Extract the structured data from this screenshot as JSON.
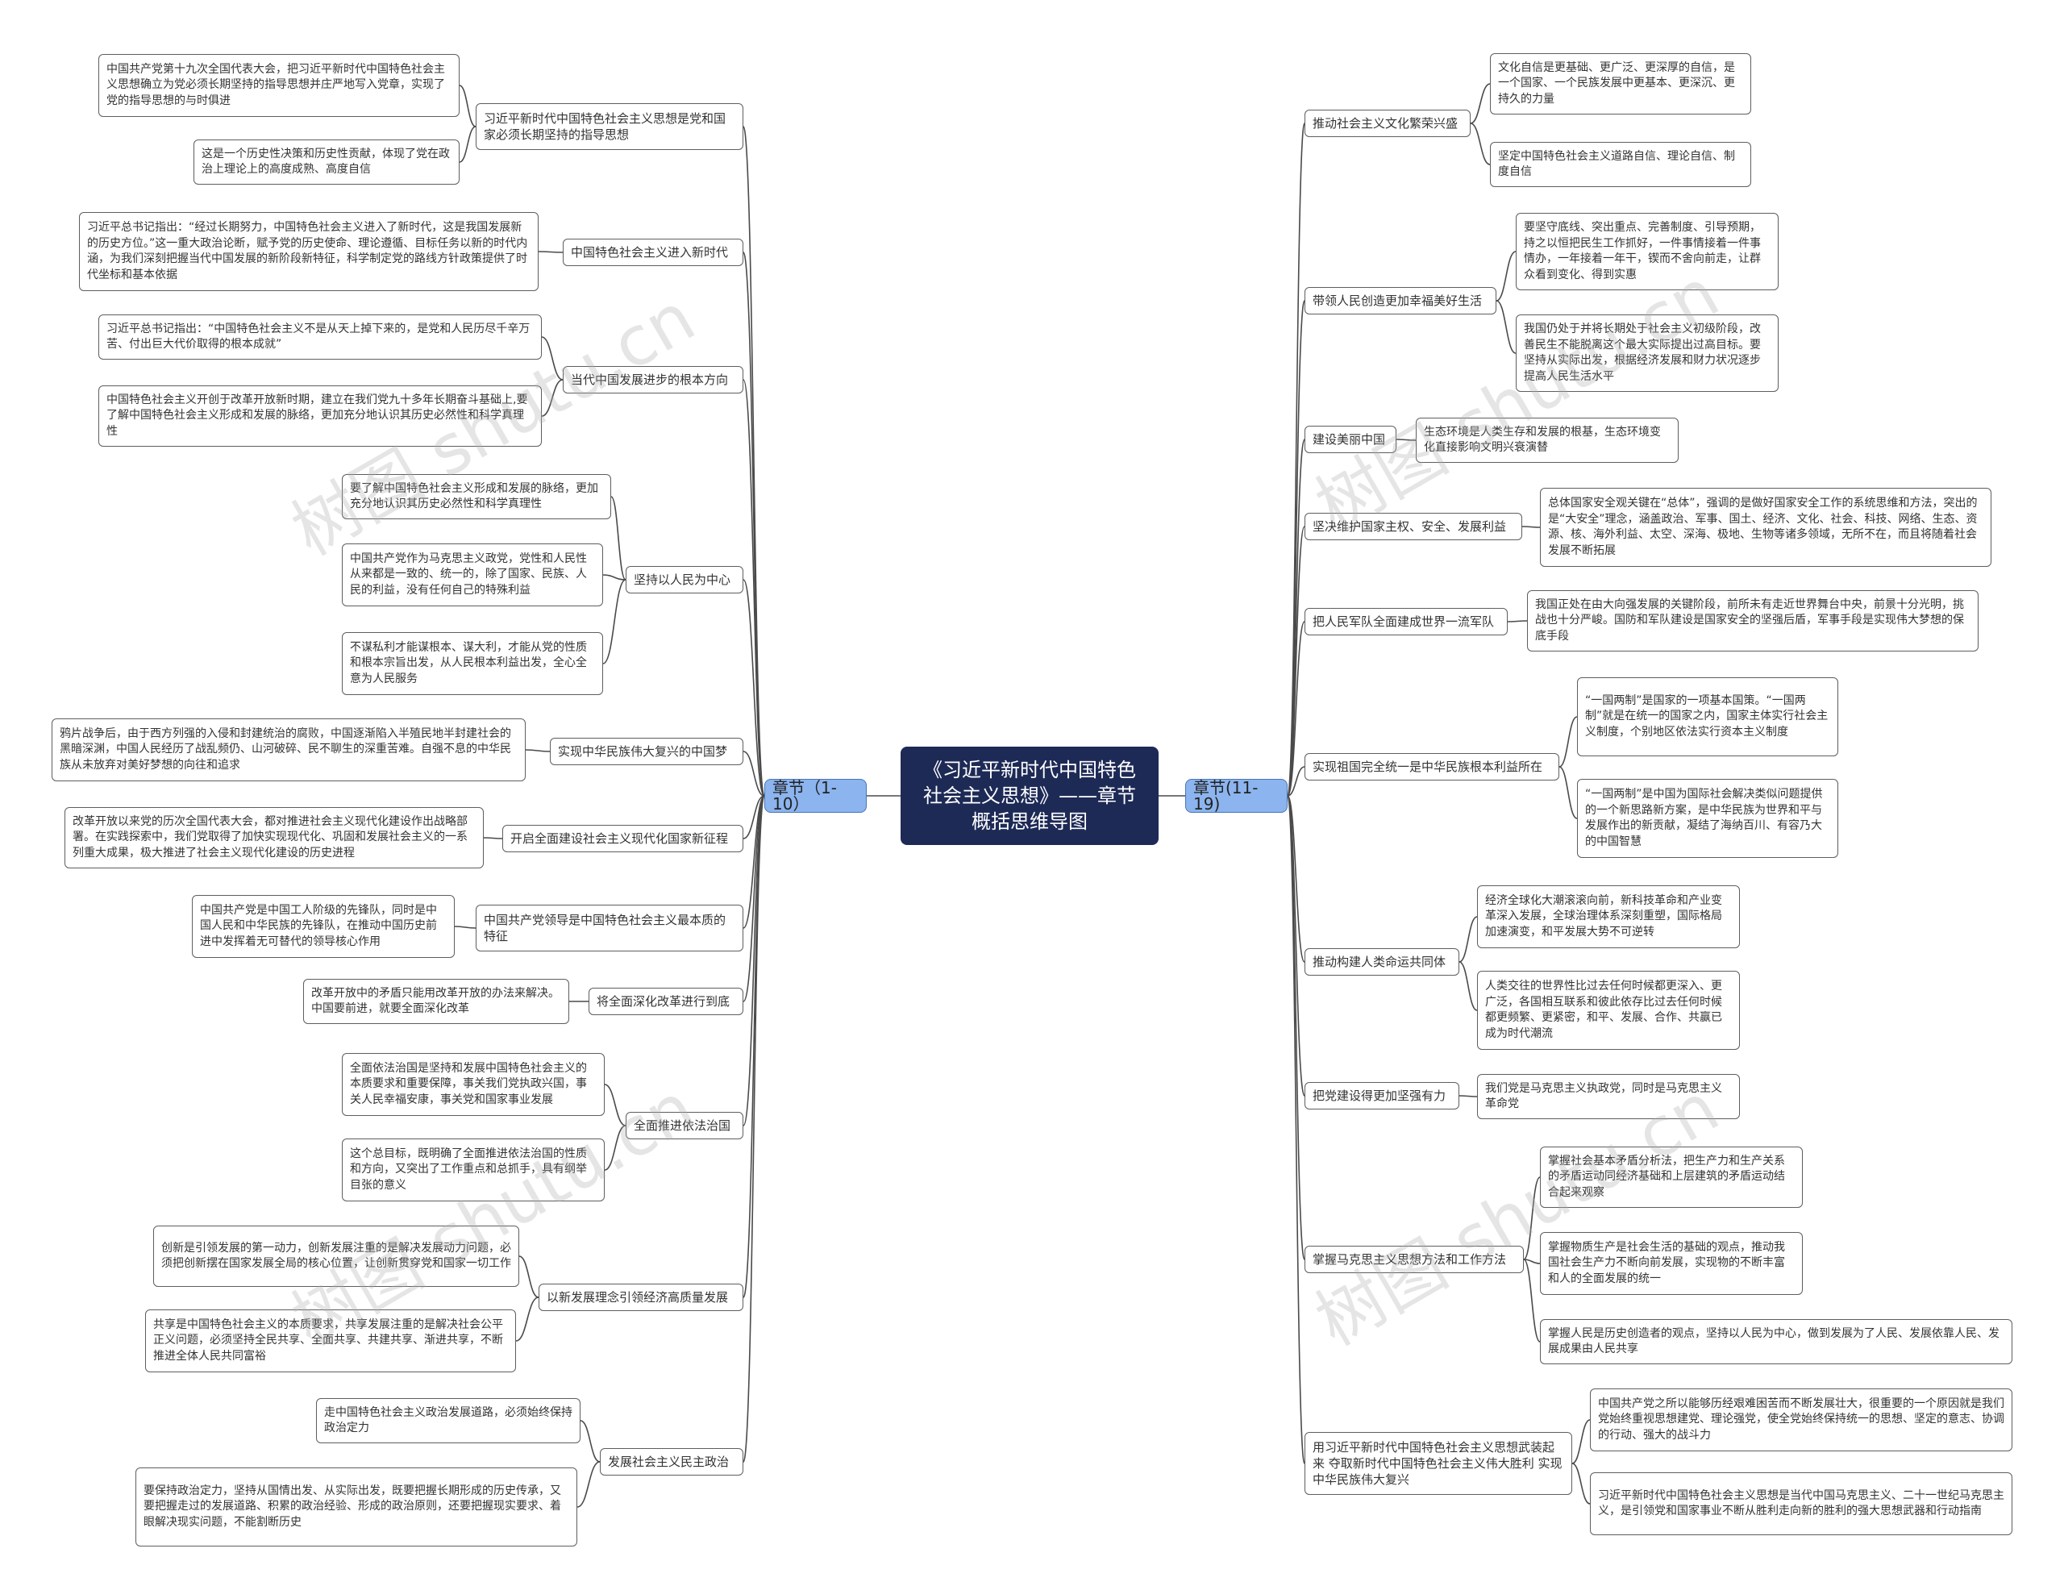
{
  "central": "《习近平新时代中国特色社会主义思想》——章节概括思维导图",
  "watermark": "树图 shutu.cn",
  "left": {
    "label": "章节（1-10）",
    "branches": [
      {
        "label": "习近平新时代中国特色社会主义思想是党和国家必须长期坚持的指导思想",
        "leaves": [
          "中国共产党第十九次全国代表大会，把习近平新时代中国特色社会主义思想确立为党必须长期坚持的指导思想并庄严地写入党章，实现了党的指导思想的与时俱进",
          "这是一个历史性决策和历史性贡献，体现了党在政治上理论上的高度成熟、高度自信"
        ]
      },
      {
        "label": "中国特色社会主义进入新时代",
        "leaves": [
          "习近平总书记指出：“经过长期努力，中国特色社会主义进入了新时代，这是我国发展新的历史方位。”这一重大政治论断，赋予党的历史使命、理论遵循、目标任务以新的时代内涵，为我们深刻把握当代中国发展的新阶段新特征，科学制定党的路线方针政策提供了时代坐标和基本依据"
        ]
      },
      {
        "label": "当代中国发展进步的根本方向",
        "leaves": [
          "习近平总书记指出：“中国特色社会主义不是从天上掉下来的，是党和人民历尽千辛万苦、付出巨大代价取得的根本成就”",
          "中国特色社会主义开创于改革开放新时期，建立在我们党九十多年长期奋斗基础上,要了解中国特色社会主义形成和发展的脉络，更加充分地认识其历史必然性和科学真理性"
        ]
      },
      {
        "label": "坚持以人民为中心",
        "leaves": [
          "要了解中国特色社会主义形成和发展的脉络，更加充分地认识其历史必然性和科学真理性",
          "中国共产党作为马克思主义政党，党性和人民性从来都是一致的、统一的，除了国家、民族、人民的利益，没有任何自己的特殊利益",
          "不谋私利才能谋根本、谋大利，才能从党的性质和根本宗旨出发，从人民根本利益出发，全心全意为人民服务"
        ]
      },
      {
        "label": "实现中华民族伟大复兴的中国梦",
        "leaves": [
          "鸦片战争后，由于西方列强的入侵和封建统治的腐败，中国逐渐陷入半殖民地半封建社会的黑暗深渊，中国人民经历了战乱频仍、山河破碎、民不聊生的深重苦难。自强不息的中华民族从未放弃对美好梦想的向往和追求"
        ]
      },
      {
        "label": "开启全面建设社会主义现代化国家新征程",
        "leaves": [
          "改革开放以来党的历次全国代表大会，都对推进社会主义现代化建设作出战略部署。在实践探索中，我们党取得了加快实现现代化、巩固和发展社会主义的一系列重大成果，极大推进了社会主义现代化建设的历史进程"
        ]
      },
      {
        "label": "中国共产党领导是中国特色社会主义最本质的特征",
        "leaves": [
          "中国共产党是中国工人阶级的先锋队，同时是中国人民和中华民族的先锋队，在推动中国历史前进中发挥着无可替代的领导核心作用"
        ]
      },
      {
        "label": "将全面深化改革进行到底",
        "leaves": [
          "改革开放中的矛盾只能用改革开放的办法来解决。中国要前进，就要全面深化改革"
        ]
      },
      {
        "label": "全面推进依法治国",
        "leaves": [
          "全面依法治国是坚持和发展中国特色社会主义的本质要求和重要保障，事关我们党执政兴国，事关人民幸福安康，事关党和国家事业发展",
          "这个总目标，既明确了全面推进依法治国的性质和方向，又突出了工作重点和总抓手，具有纲举目张的意义"
        ]
      },
      {
        "label": "以新发展理念引领经济高质量发展",
        "leaves": [
          "创新是引领发展的第一动力，创新发展注重的是解决发展动力问题，必须把创新摆在国家发展全局的核心位置，让创新贯穿党和国家一切工作",
          "共享是中国特色社会主义的本质要求，共享发展注重的是解决社会公平正义问题，必须坚持全民共享、全面共享、共建共享、渐进共享，不断推进全体人民共同富裕"
        ]
      },
      {
        "label": "发展社会主义民主政治",
        "leaves": [
          "走中国特色社会主义政治发展道路，必须始终保持政治定力",
          "要保持政治定力，坚持从国情出发、从实际出发，既要把握长期形成的历史传承，又要把握走过的发展道路、积累的政治经验、形成的政治原则，还要把握现实要求、着眼解决现实问题，不能割断历史"
        ]
      }
    ]
  },
  "right": {
    "label": "章节(11-19)",
    "branches": [
      {
        "label": "推动社会主义文化繁荣兴盛",
        "leaves": [
          "文化自信是更基础、更广泛、更深厚的自信，是一个国家、一个民族发展中更基本、更深沉、更持久的力量",
          "坚定中国特色社会主义道路自信、理论自信、制度自信"
        ]
      },
      {
        "label": "带领人民创造更加幸福美好生活",
        "leaves": [
          "要坚守底线、突出重点、完善制度、引导预期，持之以恒把民生工作抓好，一件事情接着一件事情办，一年接着一年干，锲而不舍向前走，让群众看到变化、得到实惠",
          "我国仍处于并将长期处于社会主义初级阶段，改善民生不能脱离这个最大实际提出过高目标。要坚持从实际出发，根据经济发展和财力状况逐步提高人民生活水平"
        ]
      },
      {
        "label": "建设美丽中国",
        "leaves": [
          "生态环境是人类生存和发展的根基，生态环境变化直接影响文明兴衰演替"
        ]
      },
      {
        "label": "坚决维护国家主权、安全、发展利益",
        "leaves": [
          "总体国家安全观关键在“总体”，强调的是做好国家安全工作的系统思维和方法，突出的是“大安全”理念，涵盖政治、军事、国土、经济、文化、社会、科技、网络、生态、资源、核、海外利益、太空、深海、极地、生物等诸多领域，无所不在，而且将随着社会发展不断拓展"
        ]
      },
      {
        "label": "把人民军队全面建成世界一流军队",
        "leaves": [
          "我国正处在由大向强发展的关键阶段，前所未有走近世界舞台中央，前景十分光明，挑战也十分严峻。国防和军队建设是国家安全的坚强后盾，军事手段是实现伟大梦想的保底手段"
        ]
      },
      {
        "label": "实现祖国完全统一是中华民族根本利益所在",
        "leaves": [
          "“一国两制”是国家的一项基本国策。“一国两制”就是在统一的国家之内，国家主体实行社会主义制度，个别地区依法实行资本主义制度",
          "“一国两制”是中国为国际社会解决类似问题提供的一个新思路新方案，是中华民族为世界和平与发展作出的新贡献，凝结了海纳百川、有容乃大的中国智慧"
        ]
      },
      {
        "label": "推动构建人类命运共同体",
        "leaves": [
          "经济全球化大潮滚滚向前，新科技革命和产业变革深入发展，全球治理体系深刻重塑，国际格局加速演变，和平发展大势不可逆转",
          "人类交往的世界性比过去任何时候都更深入、更广泛，各国相互联系和彼此依存比过去任何时候都更频繁、更紧密，和平、发展、合作、共赢已成为时代潮流"
        ]
      },
      {
        "label": "把党建设得更加坚强有力",
        "leaves": [
          "我们党是马克思主义执政党，同时是马克思主义革命党"
        ]
      },
      {
        "label": "掌握马克思主义思想方法和工作方法",
        "leaves": [
          "掌握社会基本矛盾分析法，把生产力和生产关系的矛盾运动同经济基础和上层建筑的矛盾运动结合起来观察",
          "掌握物质生产是社会生活的基础的观点，推动我国社会生产力不断向前发展，实现物的不断丰富和人的全面发展的统一",
          "掌握人民是历史创造者的观点，坚持以人民为中心，做到发展为了人民、发展依靠人民、发展成果由人民共享"
        ]
      },
      {
        "label": "用习近平新时代中国特色社会主义思想武装起来 夺取新时代中国特色社会主义伟大胜利 实现中华民族伟大复兴",
        "leaves": [
          "中国共产党之所以能够历经艰难困苦而不断发展壮大，很重要的一个原因就是我们党始终重视思想建党、理论强党，使全党始终保持统一的思想、坚定的意志、协调的行动、强大的战斗力",
          "习近平新时代中国特色社会主义思想是当代中国马克思主义、二十一世纪马克思主义，是引领党和国家事业不断从胜利走向新的胜利的强大思想武器和行动指南"
        ]
      }
    ]
  }
}
